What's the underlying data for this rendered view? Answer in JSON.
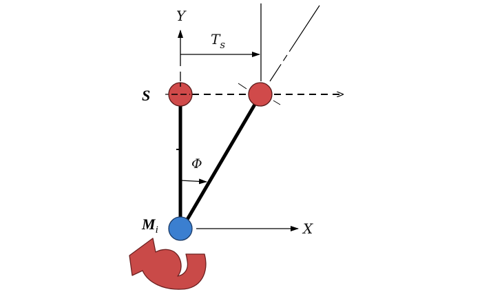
{
  "labels": {
    "y_axis": "Y",
    "x_axis": "X",
    "ts": "T",
    "ts_sub": "s",
    "s_point": "S",
    "m_point": "M",
    "m_sub": "i",
    "phi": "Φ"
  },
  "colors": {
    "s_node_fill": "#d04a4a",
    "m_node_fill": "#3b7fd0",
    "rotation_arrow": "#c94a48",
    "rotation_arrow_stroke": "#6b2020",
    "line": "#000000"
  }
}
